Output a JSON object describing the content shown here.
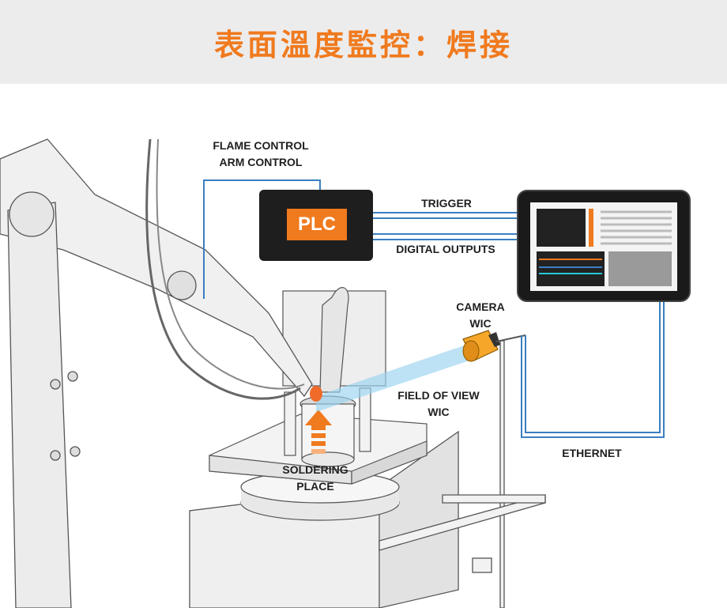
{
  "title": "表面溫度監控：焊接",
  "colors": {
    "title": "#f07a1e",
    "accent_orange": "#f07a1e",
    "wire_blue": "#3a7fc1",
    "panel_dark": "#1e1e1e"
  },
  "labels": {
    "flame_control": "FLAME CONTROL",
    "arm_control": "ARM CONTROL",
    "plc": "PLC",
    "trigger": "TRIGGER",
    "digital_outputs": "DIGITAL OUTPUTS",
    "camera": "CAMERA",
    "camera_wic": "WIC",
    "field_of_view": "FIELD OF VIEW",
    "field_of_view_wic": "WIC",
    "ethernet": "ETHERNET",
    "soldering": "SOLDERING",
    "place": "PLACE"
  },
  "icons": [
    "robot-arm-icon",
    "welding-torch-icon",
    "thermal-camera-icon",
    "monitor-icon",
    "plc-box-icon"
  ]
}
